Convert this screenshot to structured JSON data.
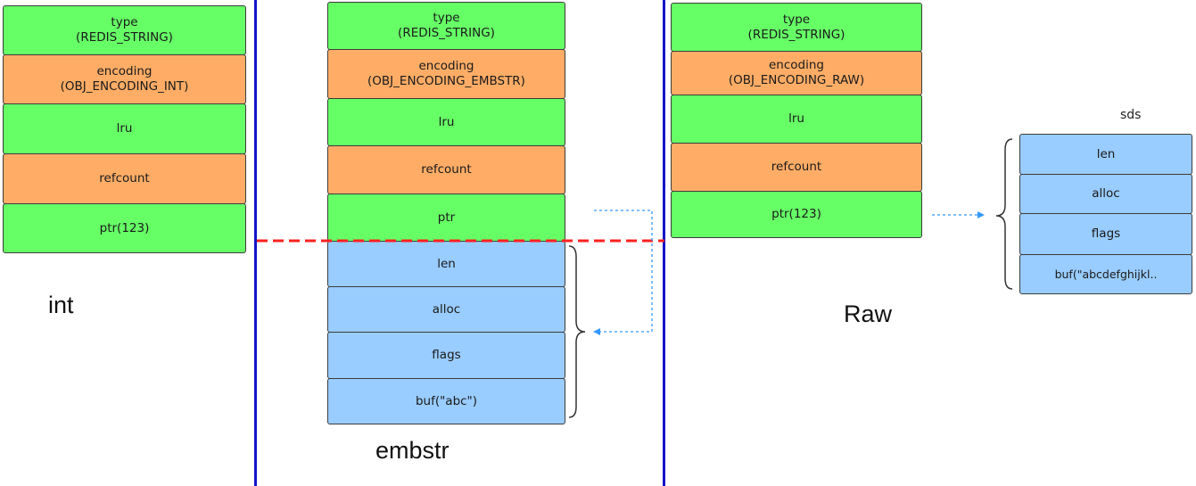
{
  "int_object": {
    "caption": "int",
    "fields": [
      {
        "line1": "type",
        "line2": "(REDIS_STRING)",
        "color": "green"
      },
      {
        "line1": "encoding",
        "line2": "(OBJ_ENCODING_INT)",
        "color": "orange"
      },
      {
        "line1": "lru",
        "line2": "",
        "color": "green"
      },
      {
        "line1": "refcount",
        "line2": "",
        "color": "orange"
      },
      {
        "line1": "ptr(123)",
        "line2": "",
        "color": "green"
      }
    ]
  },
  "embstr_object": {
    "caption": "embstr",
    "fields": [
      {
        "line1": "type",
        "line2": "(REDIS_STRING)",
        "color": "green"
      },
      {
        "line1": "encoding",
        "line2": "(OBJ_ENCODING_EMBSTR)",
        "color": "orange"
      },
      {
        "line1": "lru",
        "line2": "",
        "color": "green"
      },
      {
        "line1": "refcount",
        "line2": "",
        "color": "orange"
      },
      {
        "line1": "ptr",
        "line2": "",
        "color": "green"
      }
    ],
    "sds_fields": [
      {
        "line1": "len",
        "color": "blue"
      },
      {
        "line1": "alloc",
        "color": "blue"
      },
      {
        "line1": "flags",
        "color": "blue"
      },
      {
        "line1": "buf(\"abc\")",
        "color": "blue"
      }
    ]
  },
  "raw_object": {
    "caption": "Raw",
    "fields": [
      {
        "line1": "type",
        "line2": "(REDIS_STRING)",
        "color": "green"
      },
      {
        "line1": "encoding",
        "line2": "(OBJ_ENCODING_RAW)",
        "color": "orange"
      },
      {
        "line1": "lru",
        "line2": "",
        "color": "green"
      },
      {
        "line1": "refcount",
        "line2": "",
        "color": "orange"
      },
      {
        "line1": "ptr(123)",
        "line2": "",
        "color": "green"
      }
    ],
    "sds_label": "sds",
    "sds_fields": [
      {
        "line1": "len",
        "color": "blue"
      },
      {
        "line1": "alloc",
        "color": "blue"
      },
      {
        "line1": "flags",
        "color": "blue"
      },
      {
        "line1": "buf(\"abcdefghijkl..",
        "color": "blue"
      }
    ]
  },
  "colors": {
    "green": "#66ff66",
    "orange": "#ffad66",
    "blue": "#99ccff",
    "divider": "#1414c8",
    "split_line": "#ff2020",
    "arrow": "#3399ff"
  }
}
